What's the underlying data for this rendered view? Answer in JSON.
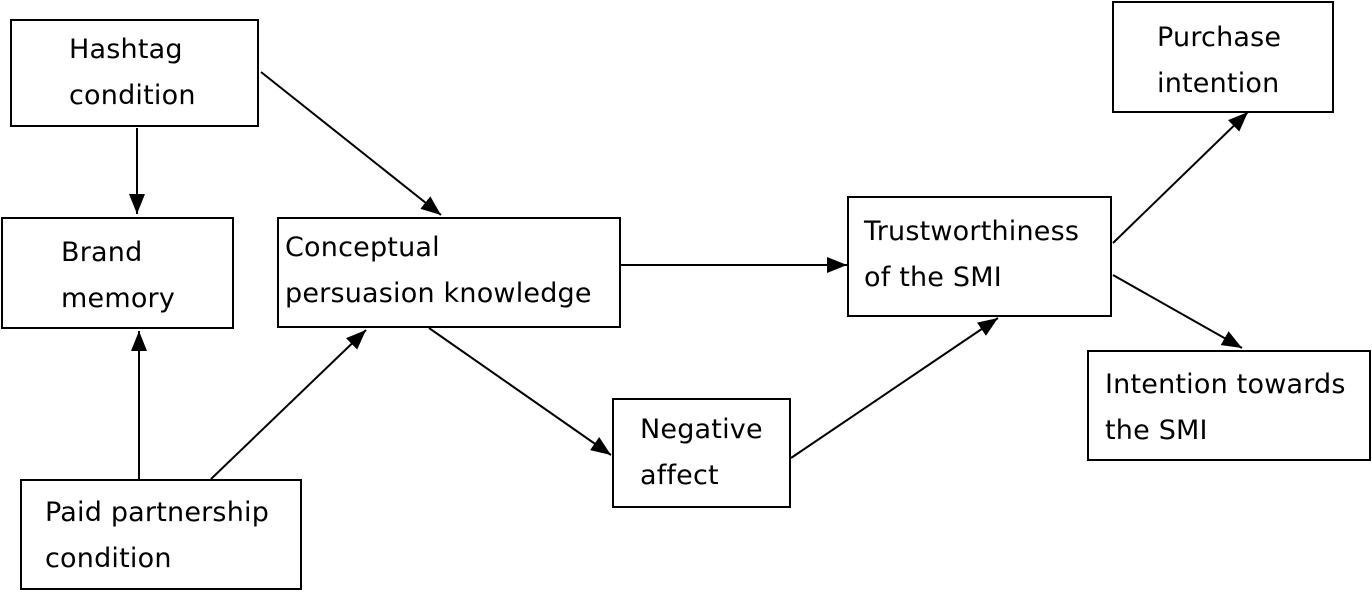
{
  "nodes": {
    "hashtag": {
      "lines": [
        "Hashtag",
        "condition"
      ]
    },
    "brand": {
      "lines": [
        "Brand",
        "memory"
      ]
    },
    "paid": {
      "lines": [
        "Paid partnership",
        "condition"
      ]
    },
    "cpk": {
      "lines": [
        "Conceptual",
        "persuasion knowledge"
      ]
    },
    "negative": {
      "lines": [
        "Negative",
        "affect"
      ]
    },
    "trust": {
      "lines": [
        "Trustworthiness",
        "of the SMI"
      ]
    },
    "purchase": {
      "lines": [
        "Purchase",
        "intention"
      ]
    },
    "intention": {
      "lines": [
        "Intention towards",
        "the SMI"
      ]
    }
  },
  "edges": [
    {
      "from": "hashtag",
      "to": "brand"
    },
    {
      "from": "hashtag",
      "to": "cpk"
    },
    {
      "from": "paid",
      "to": "brand"
    },
    {
      "from": "paid",
      "to": "cpk"
    },
    {
      "from": "cpk",
      "to": "trust"
    },
    {
      "from": "cpk",
      "to": "negative"
    },
    {
      "from": "negative",
      "to": "trust"
    },
    {
      "from": "trust",
      "to": "purchase"
    },
    {
      "from": "trust",
      "to": "intention"
    }
  ],
  "colors": {
    "stroke": "#000000",
    "background": "#ffffff"
  }
}
